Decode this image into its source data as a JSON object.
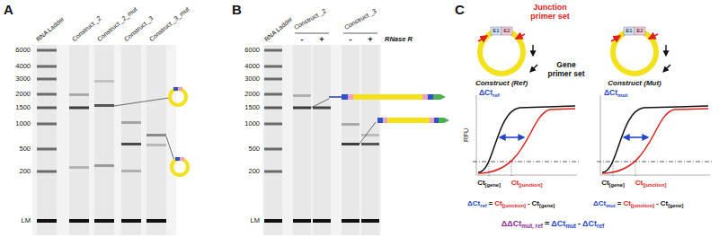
{
  "diagram": {
    "labels": [
      "A",
      "RNA Ladder",
      "Construct _2",
      "Construct _2_mut",
      "Construct _3",
      "Construct _3_mut",
      "6000",
      "4000",
      "3000",
      "2000",
      "1500",
      "1000",
      "500",
      "200",
      "LM",
      "B",
      "RNA Ladder",
      "Construct _2",
      "Construct _3",
      "-",
      "+",
      "-",
      "+",
      "RNase R",
      "6000",
      "4000",
      "3000",
      "2000",
      "1500",
      "1000",
      "500",
      "200",
      "LM",
      "C",
      "Junction primer set",
      "E1",
      "E2",
      "E1",
      "E2",
      "Gene primer set",
      "Construct (Ref)",
      "Construct (Mut)",
      "RFU",
      "ΔCt",
      "ref",
      "ΔCt",
      "mut",
      "Ct",
      "[gene]",
      "Ct",
      "[junction]",
      "Ct",
      "[gene]",
      "Ct",
      "[junction]",
      "ΔCt",
      "ref",
      "=",
      "Ct",
      "[junction]",
      "-",
      "Ct",
      "[gene]",
      "ΔCt",
      "mut",
      "=",
      "Ct",
      "[junction]",
      "-",
      "Ct",
      "[gene]",
      "ΔΔCt",
      "mut, ref",
      "=",
      "ΔCt",
      "mut",
      "-",
      "ΔCt",
      "ref"
    ]
  }
}
